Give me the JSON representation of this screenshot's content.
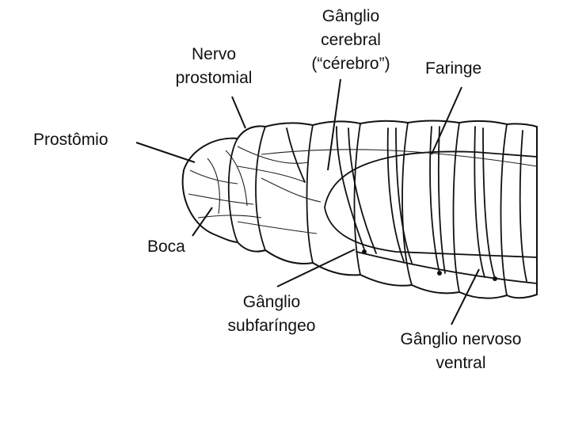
{
  "title": "Sistema nervoso anterior da minhoca",
  "labels": {
    "ganglio_cerebral": [
      "Gânglio",
      "cerebral",
      "(“cérebro”)"
    ],
    "nervo_prostomial": [
      "Nervo",
      "prostomial"
    ],
    "faringe": "Faringe",
    "prostomio": "Prostômio",
    "boca": "Boca",
    "ganglio_subfaringeo": [
      "Gânglio",
      "subfaríngeo"
    ],
    "ganglio_ventral": [
      "Gânglio nervoso",
      "ventral"
    ]
  }
}
